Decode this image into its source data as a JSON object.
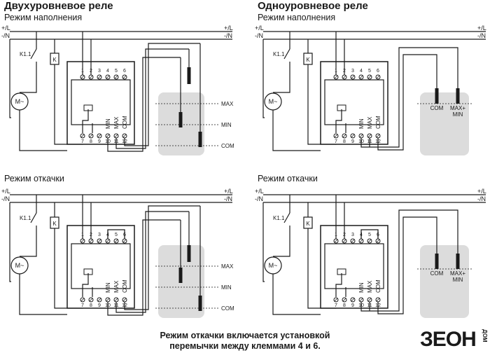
{
  "panels": [
    {
      "relay_title": "Двухуровневое реле",
      "mode_title": "Режим наполнения",
      "type": "two",
      "drain": false
    },
    {
      "relay_title": "Одноуровневое реле",
      "mode_title": "Режим наполнения",
      "type": "one",
      "drain": false
    },
    {
      "relay_title": "",
      "mode_title": "Режим откачки",
      "type": "two",
      "drain": true
    },
    {
      "relay_title": "",
      "mode_title": "Режим откачки",
      "type": "one",
      "drain": true
    }
  ],
  "labels": {
    "line_l": "+/L",
    "line_n": "-/N",
    "switch": "K1.1",
    "coil": "K",
    "motor": "M~",
    "terminals_top": [
      "1",
      "2",
      "3",
      "4",
      "5",
      "6"
    ],
    "terminals_bottom": [
      "7",
      "8",
      "9",
      "10",
      "11",
      "12"
    ],
    "term_min": "MIN",
    "term_max": "MAX",
    "term_com": "COM",
    "level_max": "MAX",
    "level_min": "MIN",
    "level_com": "COM",
    "probe_com": "COM",
    "probe_maxmin_1": "MAX+",
    "probe_maxmin_2": "MIN"
  },
  "note": {
    "line1": "Режим откачки включается установкой",
    "line2": "перемычки между клеммами 4 и 6."
  },
  "logo": {
    "text": "ЗЕОН",
    "side": "ДОМ"
  },
  "colors": {
    "ink": "#1a1a1a",
    "water": "#dcdcdc",
    "device": "#ffffff"
  }
}
